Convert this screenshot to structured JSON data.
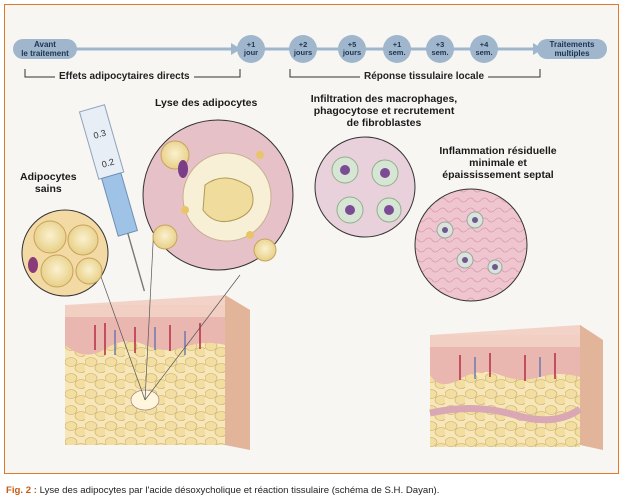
{
  "timeline": {
    "start": "Avant\nle traitement",
    "day1": "+1\njour",
    "day2": "+2\njours",
    "day5": "+5\njours",
    "week1": "+1\nsem.",
    "week3": "+3\nsem.",
    "week4": "+4\nsem.",
    "end": "Traitements\nmultiples",
    "phase1": "Effets adipocytaires directs",
    "phase2": "Réponse tissulaire locale"
  },
  "labels": {
    "healthy": "Adipocytes\nsains",
    "lysis": "Lyse des adipocytes",
    "infiltration": "Infiltration des macrophages,\nphagocytose et recrutement\nde fibroblastes",
    "residual": "Inflammation résiduelle\nminimale et\népaississement septal",
    "syringe_marks": [
      "0.3",
      "0.2"
    ]
  },
  "caption": {
    "prefix": "Fig. 2 :",
    "text": " Lyse des adipocytes par l'acide désoxycholique et réaction tissulaire (schéma de S.H. Dayan)."
  },
  "colors": {
    "accent": "#e07a2a",
    "timeline": "#9fb6cc",
    "fat": "#f2dea0",
    "skin": "#e9b7b0",
    "tissue": "#efc6d0"
  }
}
